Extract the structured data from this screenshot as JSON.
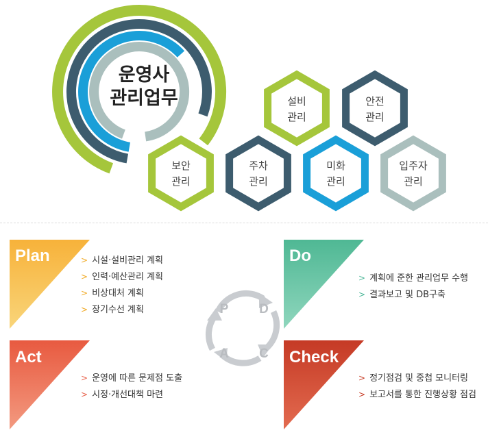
{
  "center": {
    "line1": "운영사",
    "line2": "관리업무"
  },
  "hexagons": [
    {
      "line1": "설비",
      "line2": "관리",
      "color": "#a5c63b"
    },
    {
      "line1": "안전",
      "line2": "관리",
      "color": "#3d5c6e"
    },
    {
      "line1": "보안",
      "line2": "관리",
      "color": "#a5c63b"
    },
    {
      "line1": "주차",
      "line2": "관리",
      "color": "#3d5c6e"
    },
    {
      "line1": "미화",
      "line2": "관리",
      "color": "#1a9fd8"
    },
    {
      "line1": "입주자",
      "line2": "관리",
      "color": "#aabfbd"
    }
  ],
  "pdca": {
    "plan": {
      "title": "Plan",
      "color": "#f5b23f",
      "items": [
        "시설·설비관리 계획",
        "인력·예산관리 계획",
        "비상대처 계획",
        "장기수선 계획"
      ]
    },
    "do": {
      "title": "Do",
      "color": "#5cc0a0",
      "items": [
        "계획에 준한 관리업무 수행",
        "결과보고 및 DB구축"
      ]
    },
    "act": {
      "title": "Act",
      "color": "#ea6a50",
      "items": [
        "운영에 따른 문제점 도출",
        "시정·개선대책 마련"
      ]
    },
    "check": {
      "title": "Check",
      "color": "#c9432c",
      "items": [
        "정기점검 및 중첩 모니터링",
        "보고서를 통한 진행상황 점검"
      ]
    },
    "cycle": {
      "p": "P",
      "d": "D",
      "c": "C",
      "a": "A",
      "color": "#c9ccd0"
    }
  },
  "colors": {
    "lime": "#a5c63b",
    "navy": "#3d5c6e",
    "blue": "#1a9fd8",
    "gray": "#aabfbd"
  }
}
